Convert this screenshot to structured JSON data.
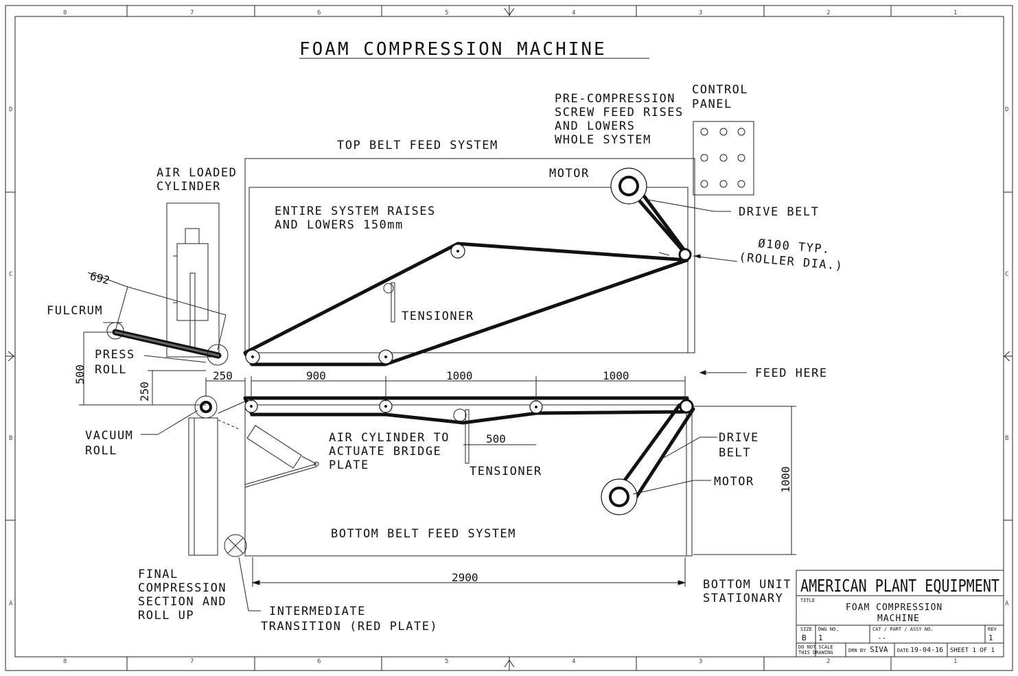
{
  "title": "FOAM COMPRESSION MACHINE",
  "zone_numbers_top": [
    "8",
    "7",
    "6",
    "5",
    "4",
    "3",
    "2",
    "1"
  ],
  "zone_numbers_bottom": [
    "8",
    "7",
    "6",
    "5",
    "4",
    "3",
    "2",
    "1"
  ],
  "zone_letters_left": [
    "D",
    "C",
    "B",
    "A"
  ],
  "zone_letters_right": [
    "D",
    "C",
    "B",
    "A"
  ],
  "labels": {
    "control_panel_1": "CONTROL",
    "control_panel_2": "PANEL",
    "precomp_1": "PRE-COMPRESSION",
    "precomp_2": "SCREW FEED RISES",
    "precomp_3": "AND LOWERS",
    "precomp_4": "WHOLE SYSTEM",
    "top_belt": "TOP BELT FEED SYSTEM",
    "motor_top": "MOTOR",
    "air_loaded_1": "AIR LOADED",
    "air_loaded_2": "CYLINDER",
    "entire_1": "ENTIRE SYSTEM RAISES",
    "entire_2": "AND LOWERS 150mm",
    "drive_belt_top": "DRIVE BELT",
    "roller_dia_1": "Ø100 TYP.",
    "roller_dia_2": "(ROLLER DIA.)",
    "fulcrum": "FULCRUM",
    "tensioner_top": "TENSIONER",
    "press_1": "PRESS",
    "press_2": "ROLL",
    "feed_here": "FEED HERE",
    "vacuum_1": "VACUUM",
    "vacuum_2": "ROLL",
    "air_cyl_1": "AIR CYLINDER TO",
    "air_cyl_2": "ACTUATE BRIDGE",
    "air_cyl_3": "PLATE",
    "drive_belt_bot_1": "DRIVE",
    "drive_belt_bot_2": "BELT",
    "tensioner_bot": "TENSIONER",
    "motor_bot": "MOTOR",
    "bottom_belt": "BOTTOM BELT FEED SYSTEM",
    "final_1": "FINAL",
    "final_2": "COMPRESSION",
    "final_3": "SECTION AND",
    "final_4": "ROLL UP",
    "inter_1": "INTERMEDIATE",
    "inter_2": "TRANSITION (RED PLATE)",
    "bottom_unit_1": "BOTTOM UNIT",
    "bottom_unit_2": "STATIONARY"
  },
  "dimensions": {
    "d692": "692",
    "d500_left": "500",
    "d250_v": "250",
    "d250_h": "250",
    "d900": "900",
    "d1000_a": "1000",
    "d1000_b": "1000",
    "d500_mid": "500",
    "d1000_v": "1000",
    "d2900": "2900"
  },
  "title_block": {
    "company": "AMERICAN PLANT EQUIPMENT",
    "title_label": "TITLE",
    "title_1": "FOAM COMPRESSION",
    "title_2": "MACHINE",
    "size_label": "SIZE",
    "size": "B",
    "dwg_label": "DWG NO.",
    "dwg": "1",
    "cat_label": "CAT / PART / ASSY NO.",
    "cat": "--",
    "rev_label": "REV",
    "rev": "1",
    "noscale_1": "DO NOT SCALE",
    "noscale_2": "THIS DRAWING",
    "drn_label": "DRN BY",
    "drn": "SIVA",
    "date_label": "DATE",
    "date": "19-04-16",
    "sheet": "SHEET 1 OF 1"
  }
}
